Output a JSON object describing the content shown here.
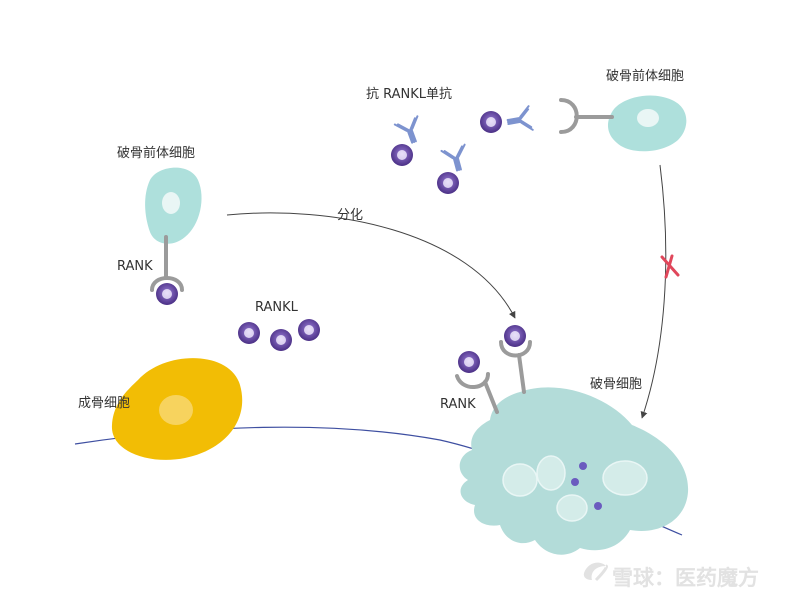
{
  "labels": {
    "preosteoclast_left": "破骨前体细胞",
    "preosteoclast_right": "破骨前体细胞",
    "antibody": "抗 RANKL单抗",
    "differentiation": "分化",
    "rank_left": "RANK",
    "rankl": "RANKL",
    "osteoblast": "成骨细胞",
    "osteoclast": "破骨细胞",
    "rank_right": "RANK"
  },
  "watermark": {
    "text": "雪球：医药魔方"
  },
  "colors": {
    "precursor_cell": "#aee0dc",
    "osteoclast_cell": "#b3dcd9",
    "osteoblast_cell": "#f2bd05",
    "receptor": "#9b9b9b",
    "ligand": "#5b3e99",
    "antibody": "#7d93cf",
    "bone_line": "#3e4fa1",
    "block_mark": "#e0475b",
    "arrow": "#444444"
  },
  "icons": {
    "block_mark": "x-mark-icon",
    "watermark_logo": "snowball-logo-icon"
  }
}
